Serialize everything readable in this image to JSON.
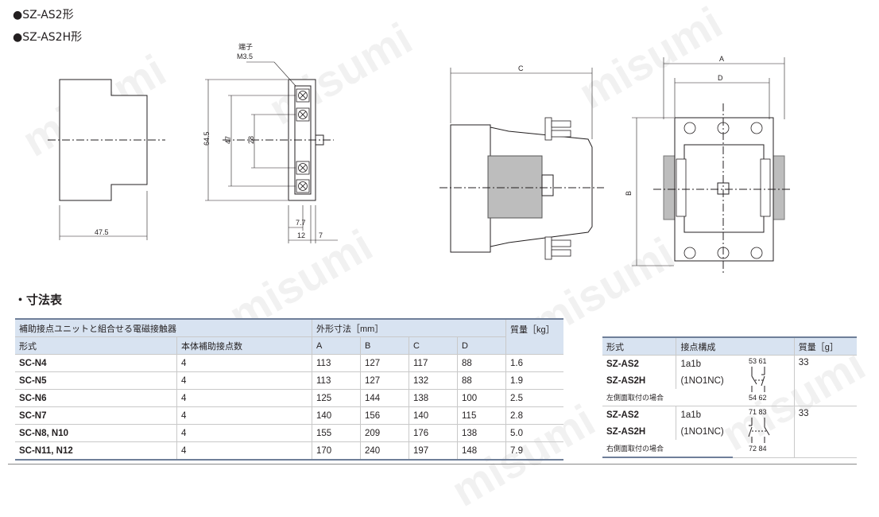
{
  "headers": [
    "●SZ-AS2形",
    "●SZ-AS2H形"
  ],
  "drawing_labels": {
    "terminal": "端子",
    "terminal_size": "M3.5",
    "dim_64_5": "64.5",
    "dim_47": "47",
    "dim_28": "28",
    "dim_47_5": "47.5",
    "dim_7_7": "7.7",
    "dim_12": "12",
    "dim_7": "7",
    "dim_C": "C",
    "dim_A": "A",
    "dim_D": "D",
    "dim_B": "B"
  },
  "section_title": "・寸法表",
  "watermark": "misumi",
  "main_table": {
    "group_header": "補助接点ユニットと組合せる電磁接触器",
    "dim_header": "外形寸法［mm］",
    "mass_header": "質量［kg］",
    "columns": [
      "形式",
      "本体補助接点数",
      "A",
      "B",
      "C",
      "D"
    ],
    "rows": [
      {
        "model": "SC-N4",
        "aux": "4",
        "A": "113",
        "B": "127",
        "C": "117",
        "D": "88",
        "mass": "1.6"
      },
      {
        "model": "SC-N5",
        "aux": "4",
        "A": "113",
        "B": "127",
        "C": "132",
        "D": "88",
        "mass": "1.9"
      },
      {
        "model": "SC-N6",
        "aux": "4",
        "A": "125",
        "B": "144",
        "C": "138",
        "D": "100",
        "mass": "2.5"
      },
      {
        "model": "SC-N7",
        "aux": "4",
        "A": "140",
        "B": "156",
        "C": "140",
        "D": "115",
        "mass": "2.8"
      },
      {
        "model": "SC-N8, N10",
        "aux": "4",
        "A": "155",
        "B": "209",
        "C": "176",
        "D": "138",
        "mass": "5.0"
      },
      {
        "model": "SC-N11, N12",
        "aux": "4",
        "A": "170",
        "B": "240",
        "C": "197",
        "D": "148",
        "mass": "7.9"
      }
    ]
  },
  "aux_table": {
    "columns": [
      "形式",
      "接点構成",
      "質量［g］"
    ],
    "groups": [
      {
        "model1": "SZ-AS2",
        "model2": "SZ-AS2H",
        "note": "左側面取付の場合",
        "config1": "1a1b",
        "config2": "(1NO1NC)",
        "terminals_top": "53  61",
        "terminals_bottom": "54  62",
        "mass": "33"
      },
      {
        "model1": "SZ-AS2",
        "model2": "SZ-AS2H",
        "note": "右側面取付の場合",
        "config1": "1a1b",
        "config2": "(1NO1NC)",
        "terminals_top": "71  83",
        "terminals_bottom": "72  84",
        "mass": "33"
      }
    ]
  }
}
